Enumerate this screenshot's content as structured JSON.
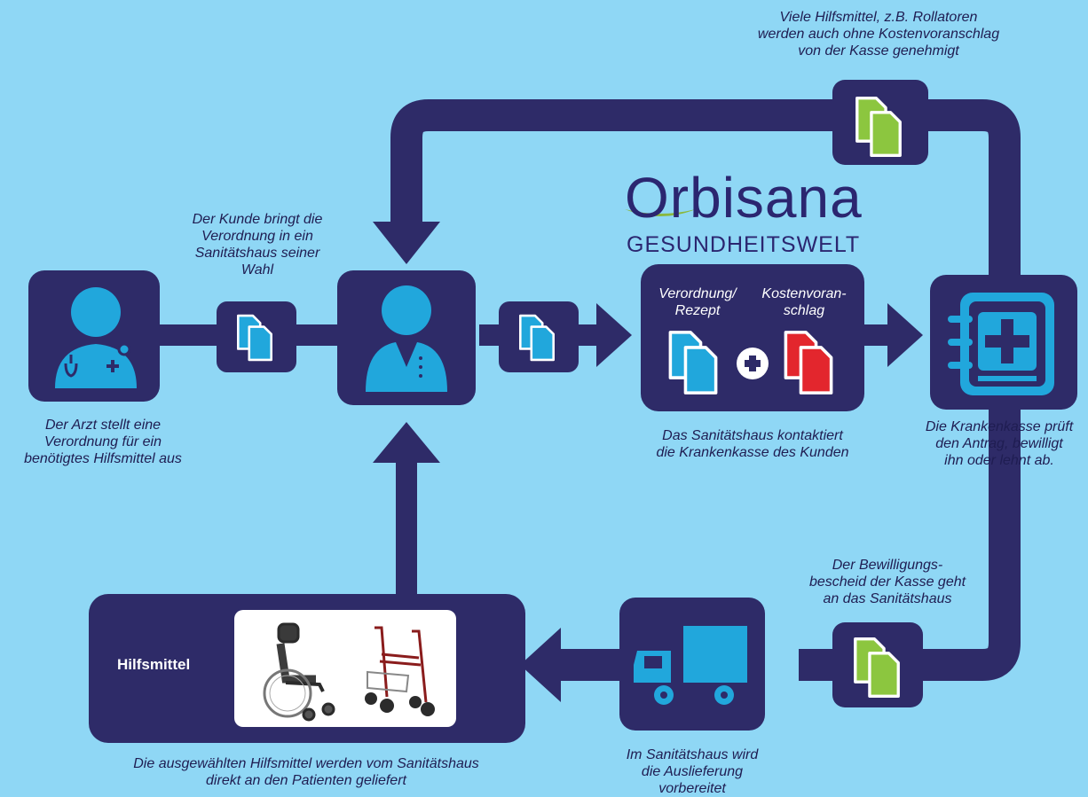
{
  "logo": {
    "name": "Orbisana",
    "subtitle": "GESUNDHEITSWELT"
  },
  "notes": {
    "top_right": [
      "Viele Hilfsmittel, z.B. Rollatoren",
      "werden auch ohne Kostenvoranschlag",
      "von der Kasse genehmigt"
    ],
    "customer": [
      "Der Kunde bringt die",
      "Verordnung in ein",
      "Sanitätshaus seiner",
      "Wahl"
    ],
    "doctor": [
      "Der Arzt stellt eine",
      "Verordnung für ein",
      "benötigtes Hilfsmittel aus"
    ],
    "shop": [
      "Das Sanitätshaus kontaktiert",
      "die Krankenkasse des Kunden"
    ],
    "insurer": [
      "Die Krankenkasse prüft",
      "den Antrag, bewilligt",
      "ihn oder lehnt ab."
    ],
    "approval": [
      "Der Bewilligungs-",
      "bescheid der Kasse geht",
      "an das Sanitätshaus"
    ],
    "delivery_prep": [
      "Im Sanitätshaus wird",
      "die Auslieferung",
      "vorbereitet"
    ],
    "delivered": [
      "Die ausgewählten Hilfsmittel werden vom Sanitätshaus",
      "direkt an den Patienten geliefert"
    ]
  },
  "documents": {
    "prescription": [
      "Verordnung/",
      "Rezept"
    ],
    "estimate": [
      "Kostenvoran-",
      "schlag"
    ]
  },
  "aids_label": "Hilfsmittel",
  "colors": {
    "dark": "#2e2b68",
    "background": "#8fd7f5",
    "icon_blue": "#21a7dc",
    "doc_green": "#8cc63f",
    "doc_red": "#e3262d",
    "logo_green": "#8ab83e"
  }
}
